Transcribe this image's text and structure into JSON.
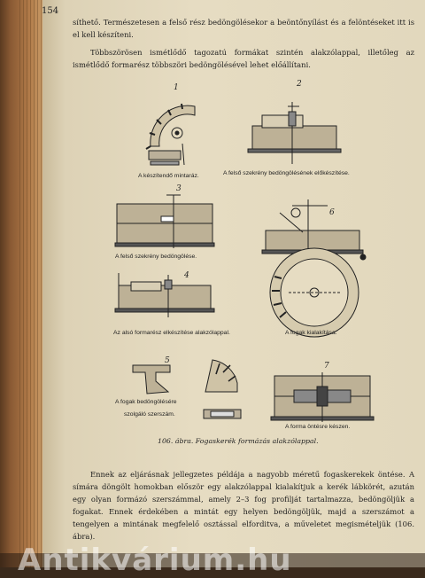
{
  "page": {
    "number": "154",
    "para1": "síthető. Természetesen a felső rész bedöngölésekor a beöntőnyílást és a felöntéseket itt is el kell készíteni.",
    "para2": "Többszörösen ismétlődő tagozatú formákat szintén alakzólappal, illetőleg az ismétlődő formarész többszöri bedöngölésével lehet előállítani.",
    "para3": "Ennek az eljárásnak jellegzetes példája a nagyobb méretű fogaskerekek öntése. A símára döngölt homokban először egy alakzólappal kialakítjuk a kerék lábkörét, azután egy olyan formázó szerszámmal, amely 2–3 fog profilját tartalmazza, bedöngöljük a fogakat. Ennek érdekében a mintát egy helyen bedöngöljük, majd a szerszámot a tengelyen a mintának megfelelő osztással elforditva, a műveletet megismételjük (106. ábra).",
    "figure_caption": "106. ábra. Fogaskerék formázás alakzólappal."
  },
  "figure": {
    "numbers": [
      "1",
      "2",
      "3",
      "4",
      "5",
      "6",
      "7"
    ],
    "labels": {
      "l1": "A készítendő mintaráz.",
      "l2": "A felső szekrény bedöngölésének előkészítése.",
      "l3": "A felső szekrény bedöngölése.",
      "l4": "Az alsó formarész elkészítése alakzólappal.",
      "l5": "A fogak kialakítása.",
      "l6a": "A fogak bedöngölésére",
      "l6b": "szolgáló szerszám.",
      "l7": "A forma öntésre készen."
    }
  },
  "watermark": "Antikvárium.hu"
}
